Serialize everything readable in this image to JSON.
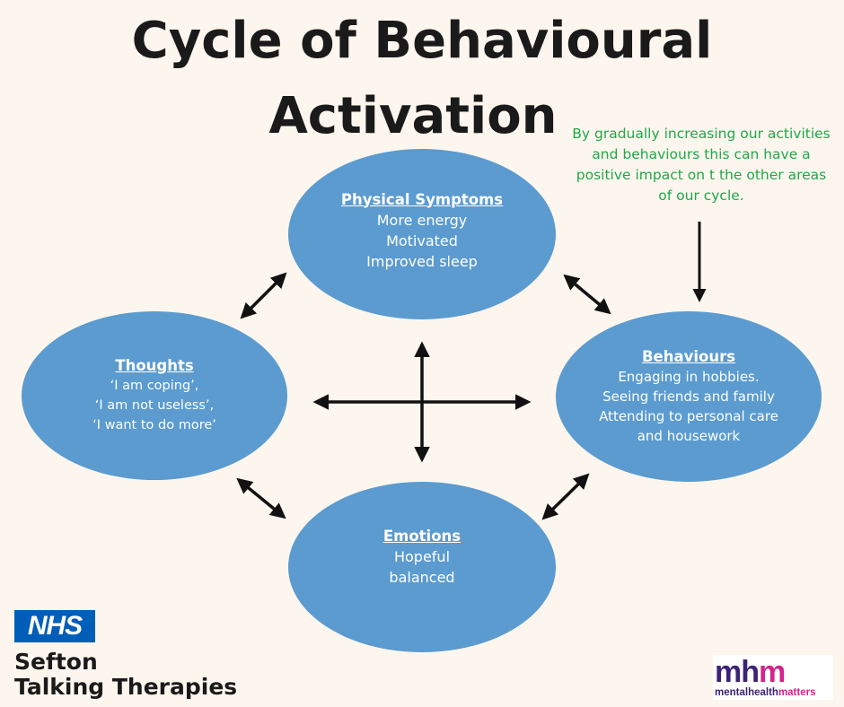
{
  "title": {
    "line1": "Cycle of Behavioural",
    "line2": "Activation"
  },
  "note": "By  gradually increasing our activities and behaviours  this can have a positive impact on t the other areas of our cycle.",
  "nodes": {
    "physical": {
      "heading": "Physical Symptoms",
      "lines": [
        "More energy",
        "Motivated",
        "Improved sleep"
      ]
    },
    "thoughts": {
      "heading": "Thoughts",
      "lines": [
        "‘I am coping’,",
        "‘I am not useless’,",
        "‘I want to do more’"
      ]
    },
    "behaviours": {
      "heading": "Behaviours",
      "lines": [
        "Engaging in hobbies.",
        "Seeing friends and family",
        "Attending to personal care",
        "and housework"
      ]
    },
    "emotions": {
      "heading": "Emotions",
      "lines": [
        "Hopeful",
        "balanced"
      ]
    }
  },
  "logos": {
    "nhs": "NHS",
    "org_line1": "Sefton",
    "org_line2": "Talking Therapies",
    "mhm_part1": "mh",
    "mhm_part2": "m",
    "mhm_sub1": "mentalhealth",
    "mhm_sub2": "matters"
  },
  "colors": {
    "background": "#fdf6ee",
    "ellipse": "#5b9bcf",
    "note_text": "#1fa84a",
    "nhs_blue": "#005eb8",
    "mhm_purple": "#3b2473",
    "mhm_pink": "#d0268c"
  }
}
